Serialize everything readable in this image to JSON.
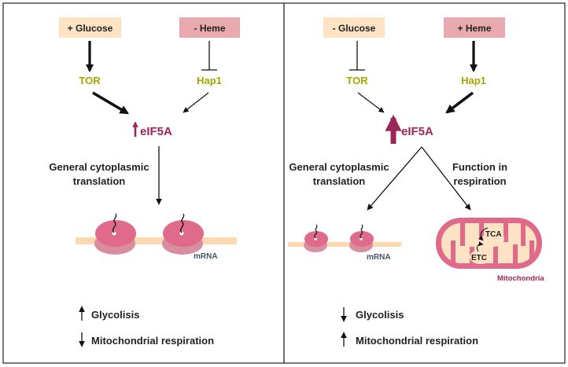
{
  "colors": {
    "glucose_box": "#fde2c4",
    "heme_box": "#e8aaae",
    "node_text": "#a5a500",
    "eif5a": "#9b2657",
    "ribosome": "#e06a8a",
    "ribosome_shadow": "#d98ea0",
    "mrna_strand": "#fcd9b0",
    "mito_outer": "#e06a8a",
    "mito_inner": "#fde2c4"
  },
  "left_panel": {
    "glucose_label": "+ Glucose",
    "heme_label": "- Heme",
    "tor_label": "TOR",
    "hap1_label": "Hap1",
    "eif5a_label": "eIF5A",
    "translation_line1": "General cytoplasmic",
    "translation_line2": "translation",
    "mrna_label": "mRNA",
    "glycolysis_label": "Glycolisis",
    "respiration_label": "Mitochondrial respiration",
    "glycolysis_direction": "up",
    "respiration_direction": "down"
  },
  "right_panel": {
    "glucose_label": "- Glucose",
    "heme_label": "+ Heme",
    "tor_label": "TOR",
    "hap1_label": "Hap1",
    "eif5a_label": "eIF5A",
    "translation_line1": "General cytoplasmic",
    "translation_line2": "translation",
    "function_line1": "Function in",
    "function_line2": "respiration",
    "mrna_label": "mRNA",
    "tca_label": "TCA",
    "etc_label": "ETC",
    "mito_label": "Mitochondria",
    "glycolysis_label": "Glycolisis",
    "respiration_label": "Mitochondrial respiration",
    "glycolysis_direction": "down",
    "respiration_direction": "up"
  }
}
